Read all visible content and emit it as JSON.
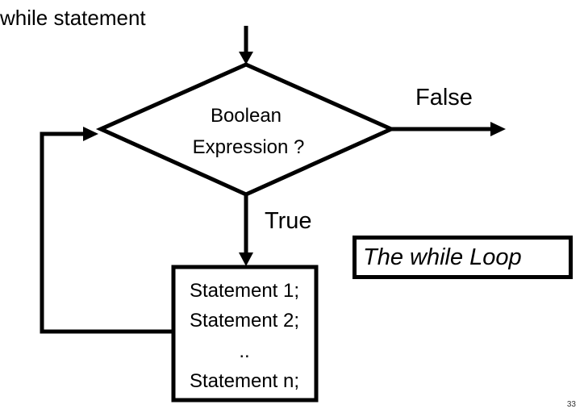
{
  "slide": {
    "heading": "while statement",
    "page_number": "33"
  },
  "diagram": {
    "decision": {
      "line1": "Boolean",
      "line2": "Expression ?"
    },
    "labels": {
      "false": "False",
      "true": "True"
    },
    "process": {
      "lines": [
        "Statement 1;",
        "Statement 2;",
        "..",
        "Statement n;"
      ]
    },
    "caption": "The while Loop"
  }
}
